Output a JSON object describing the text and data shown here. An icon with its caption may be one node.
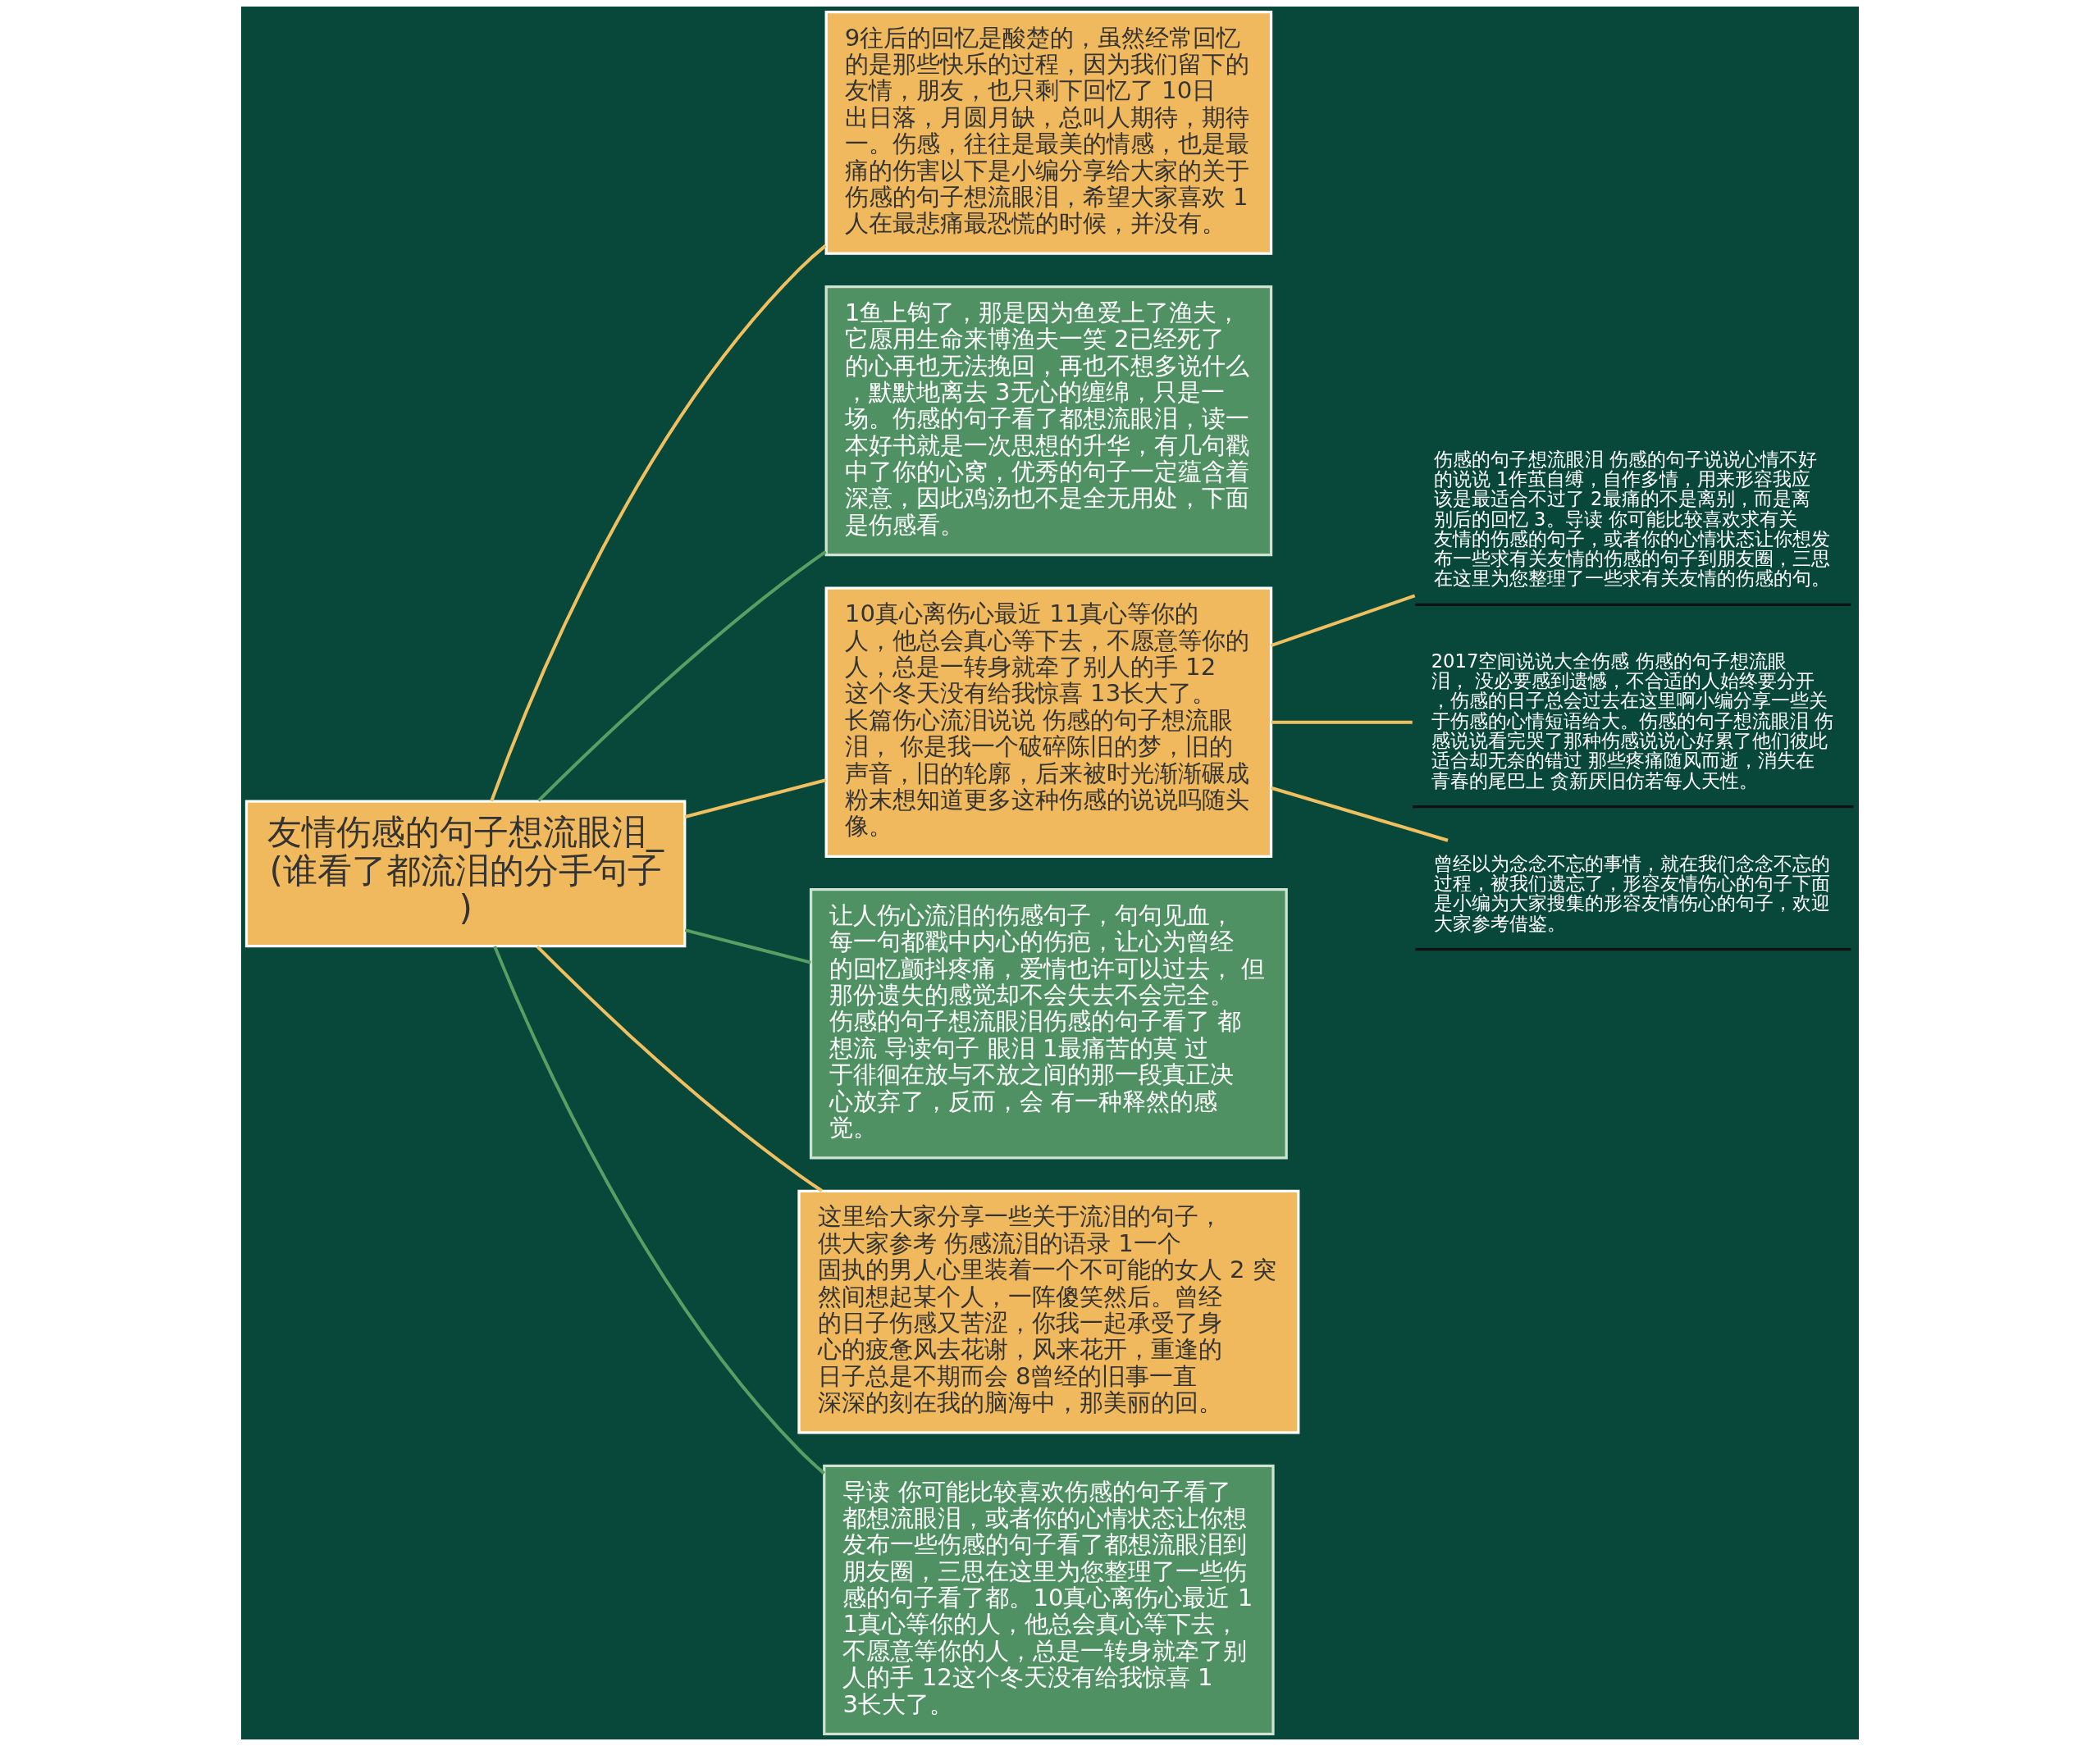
{
  "diagram": {
    "nodes": [
      {
        "text": [
          "友情伤感的句子想流眼泪_(谁看了都流泪的分手句子)"
        ]
      },
      {
        "text": [
          "9往后的回忆是酸楚的，虽然经常回忆的是那些快乐的过程，因为我们留下的友情，朋友，也只剩下回忆了 10日出日落，月圆月缺，总叫人期待，期待一。伤感，往往是最美的情感，也是最痛的伤害以下是小编分享给大家的关于伤感的句子想流眼泪，希望大家喜欢 1人在最悲痛最恐慌的时候，并没有。"
        ]
      },
      {
        "text": [
          "1鱼上钩了，那是因为鱼爱上了渔夫，它愿用生命来博渔夫一笑 2已经死了的心再也无法挽回，再也不想多说什么，默默地离去 3无心的缠绵，只是一场。伤感的句子看了都想流眼泪，读一本好书就是一次思想的升华，有几句戳中了你的心窝，优秀的句子一定蕴含着深意，因此鸡汤也不是全无用处，下面是伤感看。"
        ]
      },
      {
        "text": [
          "10真心离伤心最近 11真心等你的人，他总会真心等下去，不愿意等你的人，总是一转身就牵了别人的手 12这个冬天没有给我惊喜 13长大了。长篇伤心流泪说说 伤感的句子想流眼泪， 你是我一个破碎陈旧的梦，旧的声音，旧的轮廓，后来被时光渐渐碾成粉末想知道更多这种伤感的说说吗随头像。"
        ]
      },
      {
        "text": [
          "伤感的句子想流眼泪 伤感的句子说说心情不好的说说 1作茧自缚，自作多情，用来形容我应该是最适合不过了 2最痛的不是离别，而是离别后的回忆 3。导读 你可能比较喜欢求有关友情的伤感的句子，或者你的心情状态让你想发布一些求有关友情的伤感的句子到朋友圈，三思在这里为您整理了一些求有关友情的伤感的句。"
        ]
      },
      {
        "text": [
          "2017空间说说大全伤感 伤感的句子想流眼泪， 没必要感到遗憾，不合适的人始终要分开，伤感的日子总会过去在这里啊小编分享一些关于伤感的心情短语给大。伤感的句子想流眼泪 伤感说说看完哭了那种伤感说说心好累了他们彼此适合却无奈的错过 那些疼痛随风而逝，消失在青春的尾巴上 贪新厌旧仿若每人天性。"
        ]
      },
      {
        "text": [
          "曾经以为念念不忘的事情，就在我们念念不忘的过程，被我们遗忘了，形容友情伤心的句子下面是小编为大家搜集的形容友情伤心的句子，欢迎大家参考借鉴。"
        ]
      },
      {
        "text": [
          "让人伤心流泪的伤感句子，句句见血，每一句都戳中内心的伤疤，让心为曾经的回忆颤抖疼痛，爱情也许可以过去， 但那份遗失的感觉却不会失去不会完全。伤感的句子想流眼泪伤感的句子看了 都想流 导读句子 眼泪 1最痛苦的莫 过于徘徊在放与不放之间的那一段真正决心放弃了，反而，会 有一种释然的感觉。"
        ]
      },
      {
        "text": [
          "这里给大家分享一些关于流泪的句子，供大家参考 伤感流泪的语录 1一个固执的男人心里装着一个不可能的女人 2 突然间想起某个人，一阵傻笑然后。曾经的日子伤感又苦涩，你我一起承受了身心的疲惫风去花谢，风来花开，重逢的日子总是不期而会 8曾经的旧事一直深深的刻在我的脑海中，那美丽的回。"
        ]
      },
      {
        "text": [
          "导读 你可能比较喜欢伤感的句子看了都想流眼泪，或者你的心情状态让你想发布一些伤感的句子看了都想流眼泪到朋友圈，三思在这里为您整理了一些伤感的句子看了都。10真心离伤心最近 11真心等你的人，他总会真心等下去，不愿意等你的人，总是一转身就牵了别人的手 12这个冬天没有给我惊喜 13长大了。"
        ]
      }
    ],
    "edges": [
      {
        "from": 0,
        "to": 1,
        "arrow": "none"
      },
      {
        "from": 0,
        "to": 2,
        "arrow": "none",
        "color": "#5a9e64"
      },
      {
        "from": 0,
        "to": 3,
        "arrow": "none"
      },
      {
        "from": 3,
        "to": 4,
        "arrow": "none"
      },
      {
        "from": 3,
        "to": 5,
        "arrow": "none"
      },
      {
        "from": 3,
        "to": 6,
        "arrow": "none"
      },
      {
        "from": 0,
        "to": 7,
        "arrow": "none",
        "color": "#5a9e64"
      },
      {
        "from": 0,
        "to": 8,
        "arrow": "none"
      },
      {
        "from": 0,
        "to": 9,
        "arrow": "none",
        "color": "#5a9e64"
      }
    ]
  }
}
